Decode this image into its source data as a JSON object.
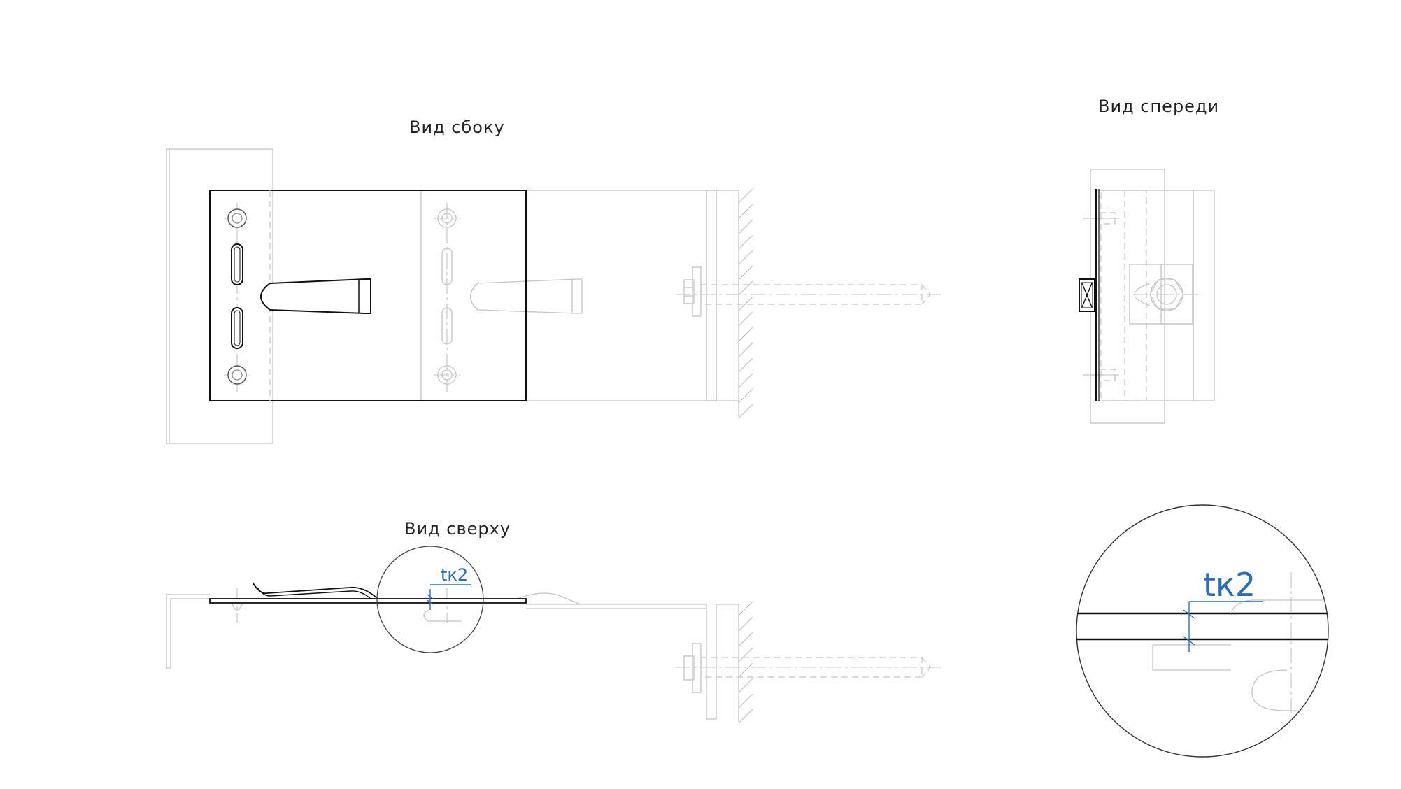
{
  "labels": {
    "side_view": "Вид сбоку",
    "front_view": "Вид спереди",
    "top_view": "Вид сверху"
  },
  "dimensions": {
    "thickness_small": "tк2",
    "thickness_large": "tк2"
  },
  "colors": {
    "line_bold": "#111111",
    "line_thin": "#c4c4c4",
    "dimension_blue": "#2a6db8"
  }
}
